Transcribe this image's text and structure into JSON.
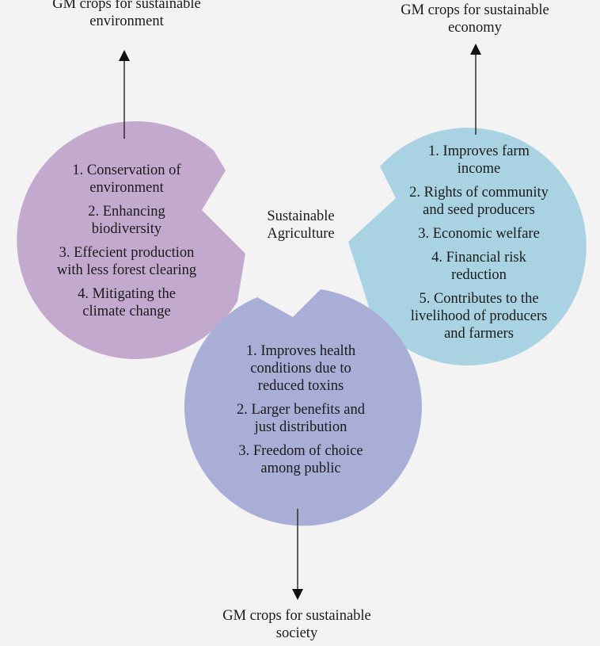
{
  "diagram": {
    "center_label_line1": "Sustainable",
    "center_label_line2": "Agriculture",
    "environment": {
      "title_line1": "GM crops for sustainable",
      "title_line2": "environment",
      "items": [
        "1. Conservation of\nenvironment",
        "2. Enhancing\nbiodiversity",
        "3. Effecient production\nwith less forest clearing",
        "4. Mitigating the\nclimate change"
      ],
      "color": "#c4a9cf"
    },
    "economy": {
      "title_line1": "GM crops for sustainable",
      "title_line2": "economy",
      "items": [
        "1. Improves farm\nincome",
        "2. Rights of community\nand seed producers",
        "3. Economic welfare",
        "4. Financial risk\nreduction",
        "5. Contributes to the\nlivelihood of producers\nand farmers"
      ],
      "color": "#a9d3e2"
    },
    "society": {
      "title_line1": "GM crops for sustainable",
      "title_line2": "society",
      "items": [
        "1. Improves health\nconditions due to\nreduced toxins",
        "2. Larger benefits and\njust distribution",
        "3. Freedom of choice\namong public"
      ],
      "color": "#a8aed6"
    }
  }
}
